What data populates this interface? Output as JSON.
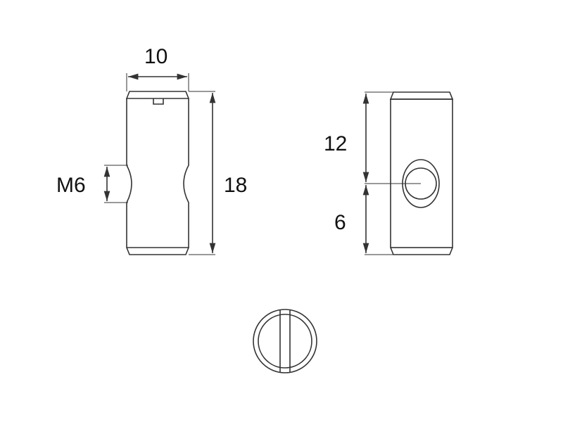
{
  "dimensions": {
    "width": "10",
    "height": "18",
    "thread": "M6",
    "upper_offset": "12",
    "lower_offset": "6"
  },
  "colors": {
    "line": "#333333"
  }
}
